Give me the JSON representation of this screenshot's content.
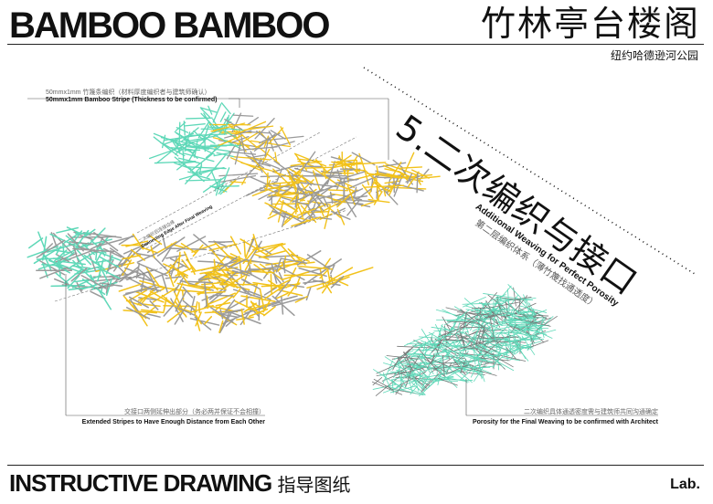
{
  "header": {
    "brand": "BAMBOO BAMBOO",
    "title_cn": "竹林亭台楼阁",
    "subtitle_cn": "纽约哈德逊河公园"
  },
  "section": {
    "title": "5.二次编织与接口",
    "title_en": "Additional Weaving for Perfect Porosity",
    "title_cn": "第二层编织体系（薄竹篾找通透度）"
  },
  "notes": {
    "stripe": {
      "cn": "50mmx1mm 竹篾条编织（材料厚度编织者与建筑师确认）",
      "en": "50mmx1mm Bamboo Stripe (Thickness to be confirmed)"
    },
    "edge": {
      "cn": "二次编织后连接边缘",
      "en": "Connecting Edge After Final Weaving"
    },
    "extended": {
      "cn": "交接口两侧延伸出部分（务必两并保证不会相撞）",
      "en": "Extended Stripes to Have Enough Distance from Each Other"
    },
    "porosity": {
      "cn": "二次编织具体通透密度需与建筑师共同沟通确定",
      "en": "Porosity for the Final Weaving to be confirmed with Architect"
    }
  },
  "footer": {
    "title": "INSTRUCTIVE DRAWING",
    "title_cn": "指导图纸",
    "lab": "Lab."
  },
  "colors": {
    "green": "#5fd8b8",
    "yellow": "#f2c21b",
    "grey": "#9a9a9a"
  }
}
